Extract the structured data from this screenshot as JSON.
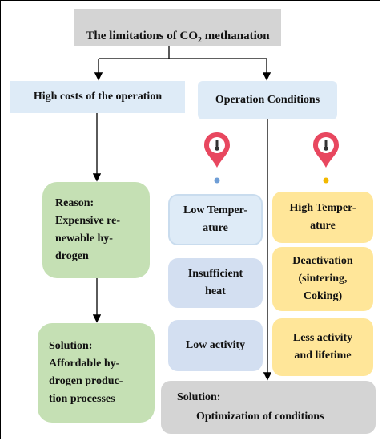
{
  "title": {
    "prefix": "The limitations of CO",
    "subscript": "2",
    "suffix": " methanation"
  },
  "branches": {
    "costs": "High costs of the operation",
    "operation": "Operation Conditions"
  },
  "left_column": {
    "reason": "Reason:\n   Expensive re-\n   newable hy-\n   drogen",
    "solution": "Solution:\n  Affordable hy-\n  drogen produc-\n  tion processes"
  },
  "low_column": {
    "temperature": "Low Temper-\nature",
    "problem": "Insufficient\nheat",
    "effect": "Low activity"
  },
  "high_column": {
    "temperature": "High Temper-\nature",
    "problem": "Deactivation\n(sintering,\nCoking)",
    "effect": "Less activity\nand lifetime"
  },
  "conclusion": {
    "label": "Solution:",
    "value": "Optimization of conditions"
  },
  "icons": {
    "low": "thermometer-pin-icon",
    "high": "thermometer-pin-icon",
    "pin_color": "#e8475f",
    "low_dot_color": "#6f9ed6",
    "high_dot_color": "#f2b800"
  }
}
